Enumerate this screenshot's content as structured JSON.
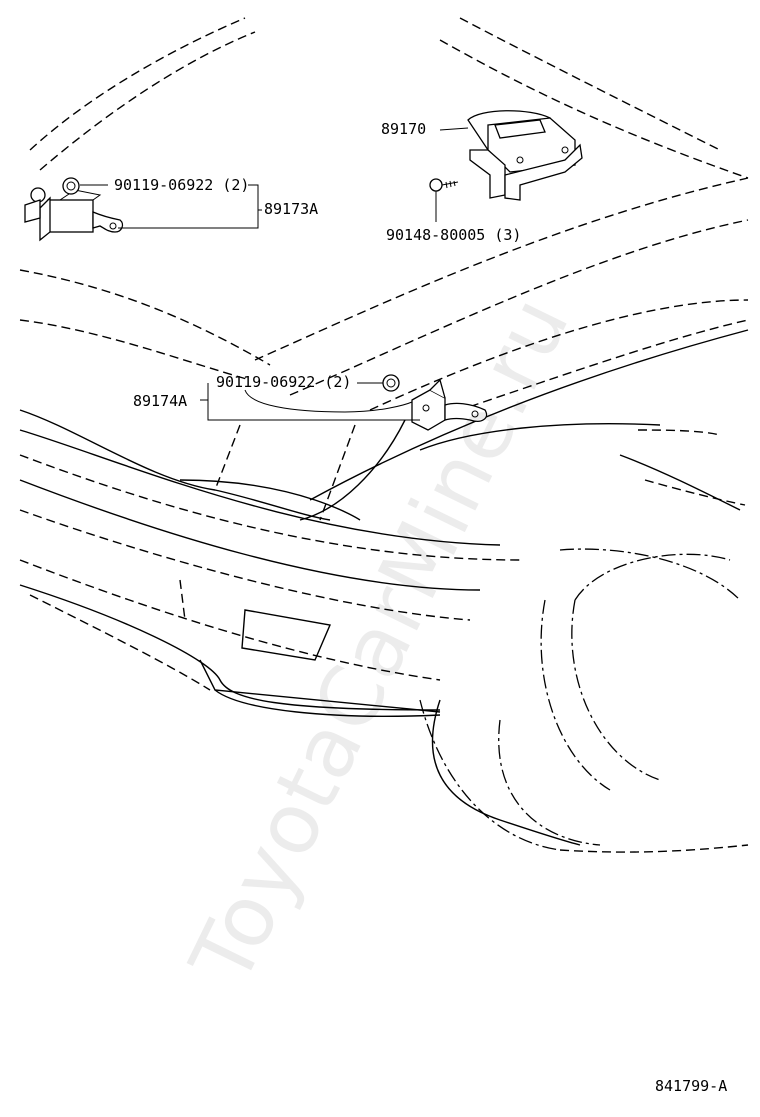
{
  "parts": {
    "airbag_sensor_assembly": "89170",
    "screw_sensor_assembly": "90148-80005 (3)",
    "front_sensor_rh": "89173A",
    "front_sensor_lh": "89174A",
    "nut_rh": "90119-06922 (2)",
    "nut_lh": "90119-06922 (2)"
  },
  "diagram_code": "841799-A",
  "watermark": "ToyotaCarMine.ru"
}
